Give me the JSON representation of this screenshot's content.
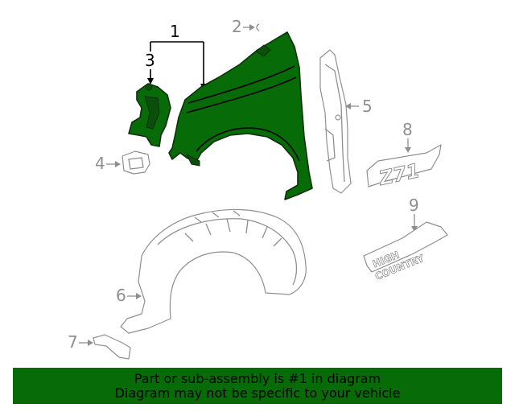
{
  "colors": {
    "highlight_part": "#076b07",
    "banner_background": "#076b07",
    "banner_text": "#000000",
    "callout_dark": "#000000",
    "callout_grey": "#8f8f8f"
  },
  "callouts": {
    "c1": "1",
    "c2": "2",
    "c3": "3",
    "c4": "4",
    "c5": "5",
    "c6": "6",
    "c7": "7",
    "c8": "8",
    "c9": "9"
  },
  "badges": {
    "zz1": "Z71",
    "high_country_line1": "HIGH",
    "high_country_line2": "COUNTRY"
  },
  "banner": {
    "line1": "Part or sub-assembly is #1 in diagram",
    "line2": "Diagram may not be specific to your vehicle"
  }
}
